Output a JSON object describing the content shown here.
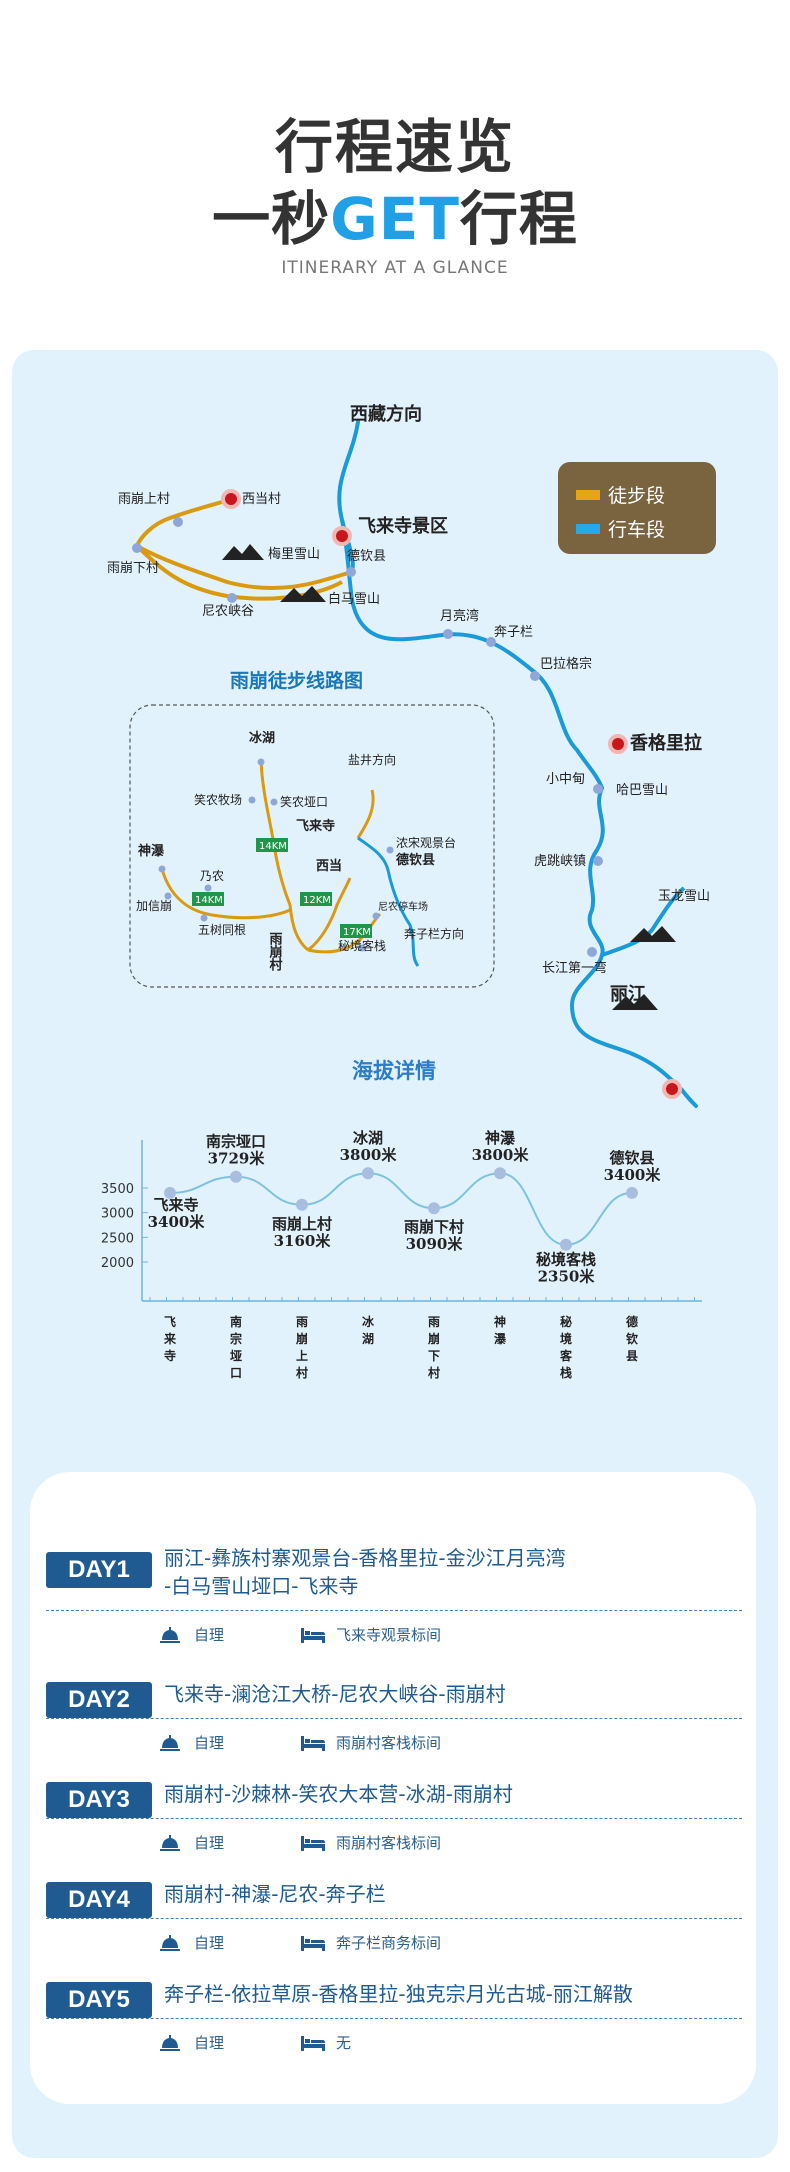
{
  "header": {
    "title_line1": "行程速览",
    "title_line2_prefix": "一秒",
    "title_line2_highlight": "GET",
    "title_line2_suffix": "行程",
    "subtitle": "ITINERARY AT A GLANCE"
  },
  "map": {
    "top_direction": "西藏方向",
    "legend": {
      "walk": "徒步段",
      "drive": "行车段"
    },
    "places": {
      "feilaisi_area": "飞来寺景区",
      "deqin": "德钦县",
      "xidang": "西当村",
      "yubeng_upper": "雨崩上村",
      "yubeng_lower": "雨崩下村",
      "meili": "梅里雪山",
      "ninong_gorge": "尼农峡谷",
      "baima": "白马雪山",
      "yueliangwan": "月亮湾",
      "benzilan": "奔子栏",
      "balagezong": "巴拉格宗",
      "shangrila": "香格里拉",
      "xiaozhongdian": "小中甸",
      "haba": "哈巴雪山",
      "hutiaoxia": "虎跳峡镇",
      "yulong": "玉龙雪山",
      "changjiang_bend": "长江第一弯",
      "lijiang": "丽江"
    }
  },
  "hike_map": {
    "title": "雨崩徒步线路图",
    "labels": {
      "binghu": "冰湖",
      "yanjing": "盐井方向",
      "xiaonong_farm": "笑农牧场",
      "xiaonong_pass": "笑农垭口",
      "feilaisi": "飞来寺",
      "nongsong": "浓宋观景台",
      "deqin": "德钦县",
      "shenpu": "神瀑",
      "naong": "乃农",
      "jiaxin": "加信崩",
      "wushu": "五树同根",
      "yubeng": "雨崩村",
      "xidang": "西当",
      "ninong_parking": "尼农停车场",
      "mijing": "秘境客栈",
      "benzilan_dir": "奔子栏方向",
      "km1": "14KM",
      "km2": "14KM",
      "km3": "12KM",
      "km4": "17KM"
    }
  },
  "chart_data": {
    "type": "line",
    "title": "海拔详情",
    "xlabel": "",
    "ylabel": "",
    "categories": [
      "飞来寺",
      "南宗垭口",
      "雨崩上村",
      "冰湖",
      "雨崩下村",
      "神瀑",
      "秘境客栈",
      "德钦县"
    ],
    "values": [
      3400,
      3729,
      3160,
      3800,
      3090,
      3800,
      2350,
      3400
    ],
    "point_labels": [
      [
        "飞来寺",
        "3400米"
      ],
      [
        "南宗垭口",
        "3729米"
      ],
      [
        "雨崩上村",
        "3160米"
      ],
      [
        "冰湖",
        "3800米"
      ],
      [
        "雨崩下村",
        "3090米"
      ],
      [
        "神瀑",
        "3800米"
      ],
      [
        "秘境客栈",
        "2350米"
      ],
      [
        "德钦县",
        "3400米"
      ]
    ],
    "y_ticks": [
      2000,
      2500,
      3000,
      3500
    ],
    "ylim": [
      1500,
      4100
    ],
    "grid": false,
    "line_color": "#7cc3de",
    "point_color": "#a8bee0"
  },
  "days": [
    {
      "badge": "DAY1",
      "route_line1": "丽江-彝族村寨观景台-香格里拉-金沙江月亮湾",
      "route_line2": "-白马雪山垭口-飞来寺",
      "meal": "自理",
      "hotel": "飞来寺观景标间"
    },
    {
      "badge": "DAY2",
      "route_line1": "飞来寺-澜沧江大桥-尼农大峡谷-雨崩村",
      "route_line2": "",
      "meal": "自理",
      "hotel": "雨崩村客栈标间"
    },
    {
      "badge": "DAY3",
      "route_line1": "雨崩村-沙棘林-笑农大本营-冰湖-雨崩村",
      "route_line2": "",
      "meal": "自理",
      "hotel": "雨崩村客栈标间"
    },
    {
      "badge": "DAY4",
      "route_line1": "雨崩村-神瀑-尼农-奔子栏",
      "route_line2": "",
      "meal": "自理",
      "hotel": "奔子栏商务标间"
    },
    {
      "badge": "DAY5",
      "route_line1": "奔子栏-依拉草原-香格里拉-独克宗月光古城-丽江解散",
      "route_line2": "",
      "meal": "自理",
      "hotel": "无"
    }
  ],
  "colors": {
    "accent_blue": "#22a0e6",
    "walk_orange": "#d99a12",
    "drive_blue": "#1a9ad6",
    "legend_bg": "#7a643f",
    "day_badge": "#1f5b90",
    "panel_bg": "#e2f2fc",
    "city_red": "#c8161d"
  }
}
